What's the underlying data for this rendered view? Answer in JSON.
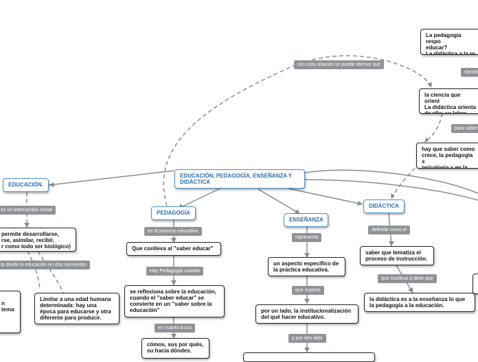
{
  "nodes": {
    "main": "EDUCACIÓN, PEDAGOGÍA, ENSEÑANZA Y DIDÁCTICA",
    "educacion": "EDUCACIÓN.",
    "pedagogia": "PEDAGOGÍA",
    "ensenanza": "ENSEÑANZA",
    "didactica": "DIDÁCTICA",
    "permite": "permite desarrollarse,\nrse, asimilar, recibir,\nr como todo ser biológico)",
    "left_partial": "\nn\ntema",
    "limitar": "Limitar a una edad humana determinada: hay una época para educarse y otra diferente para producir.",
    "conlleva": "Que conlleva al \"saber educar\"",
    "reflexiona": "se reflexiona sobre la educación, cuando el \"saber educar\" se convierte en un \"saber sobre la educación\"",
    "comos": "cómos, sus por qués,\nsu hacia dóndes.",
    "aspecto": "un aspecto específico de la práctica educativa.",
    "institucionalizacion": "por un lado, la institucionalización del qué hacer educativo.",
    "saber_tematiza": "saber que tematiza el proceso de instrucción.",
    "didactica_es": "la didáctica es a la enseñanza lo que la pedagogía a la educación.",
    "pedagogia_responde": "La pedagogía respo\neducar?\nLa didáctica a la pr",
    "ciencia": "la ciencia que orient\nLa didáctica orienta\nde ella: su labor con",
    "hay_que_saber": "hay que saber como\ncrece, la pedagogía s\npsicología y en la psi"
  },
  "labels": {
    "relacion": "con esta relación se puede afirmar que",
    "siendo": "siendo",
    "para_saber": "para saber",
    "intercambio": "es un intercambio social",
    "divide": "ta divide la educación en dos momentos",
    "proceso": "es el proceso educativo",
    "hay_pedagogia": "Hay Pedagogía cuando",
    "en_cuanto": "en cuanto a sus",
    "representa": "representa",
    "supone": "que supone",
    "otro_lado": "y por otro lado",
    "definida": "definida como el",
    "conlleva_decir": "que conlleva a decir que"
  }
}
